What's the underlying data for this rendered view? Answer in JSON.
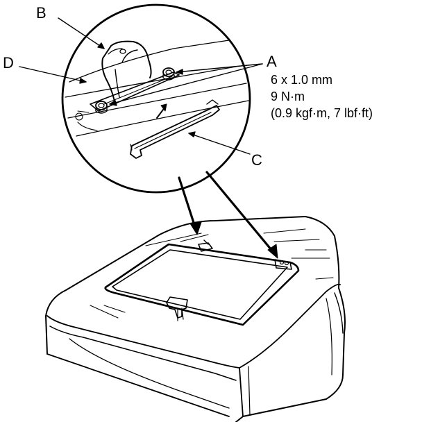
{
  "labels": {
    "a": "A",
    "b": "B",
    "c": "C",
    "d": "D"
  },
  "spec": {
    "bolt_size": "6 x 1.0 mm",
    "torque_nm": "9 N·m",
    "torque_alt": "(0.9 kgf·m, 7 lbf·ft)"
  },
  "colors": {
    "ink": "#000000",
    "paper": "#ffffff"
  }
}
